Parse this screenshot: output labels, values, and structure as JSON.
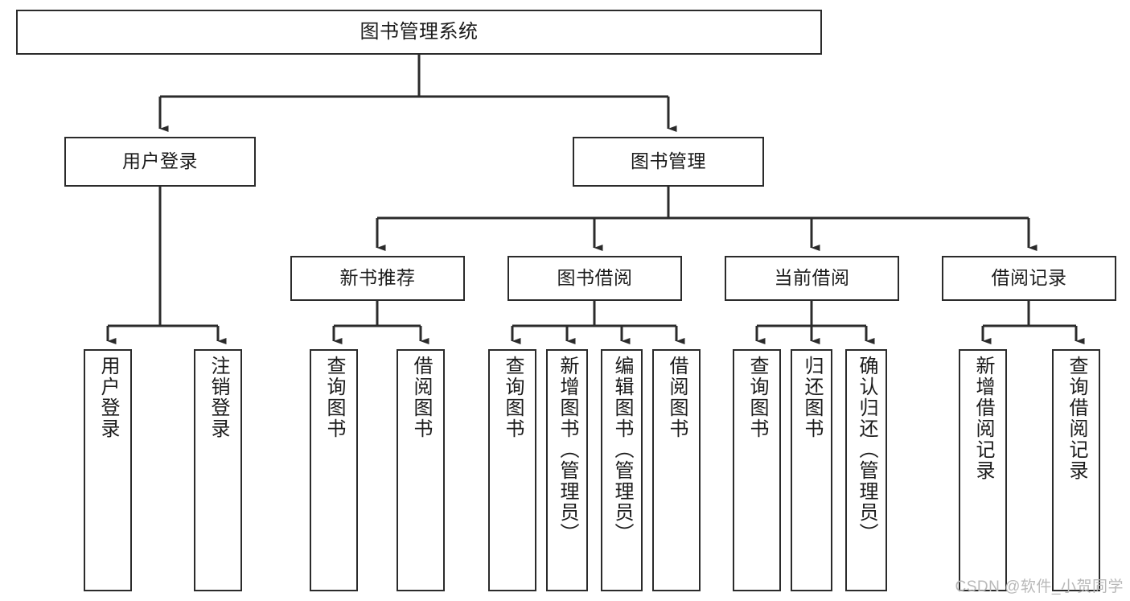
{
  "diagram": {
    "type": "tree-hierarchy",
    "title": "图书管理系统",
    "orientation": "top-down",
    "colors": {
      "box_border": "#2b2b2b",
      "box_fill": "#ffffff",
      "connector": "#2b2b2b",
      "text": "#1b1b1b",
      "watermark": "#b9b9b9"
    },
    "levels": [
      {
        "level": 1,
        "nodes": [
          {
            "id": "root",
            "label": "图书管理系统"
          }
        ]
      },
      {
        "level": 2,
        "nodes": [
          {
            "id": "login",
            "label": "用户登录"
          },
          {
            "id": "bookmgmt",
            "label": "图书管理"
          }
        ]
      },
      {
        "level": 3,
        "nodes": [
          {
            "id": "newbook",
            "label": "新书推荐"
          },
          {
            "id": "borrow",
            "label": "图书借阅"
          },
          {
            "id": "current",
            "label": "当前借阅"
          },
          {
            "id": "records",
            "label": "借阅记录"
          }
        ]
      },
      {
        "level": 4,
        "nodes": [
          {
            "id": "leaf-1",
            "label": "用户登录"
          },
          {
            "id": "leaf-2",
            "label": "注销登录"
          },
          {
            "id": "leaf-3",
            "label": "查询图书"
          },
          {
            "id": "leaf-4",
            "label": "借阅图书"
          },
          {
            "id": "leaf-5",
            "label": "查询图书"
          },
          {
            "id": "leaf-6",
            "label": "新增图书（管理员）"
          },
          {
            "id": "leaf-7",
            "label": "编辑图书（管理员）"
          },
          {
            "id": "leaf-8",
            "label": "借阅图书"
          },
          {
            "id": "leaf-9",
            "label": "查询图书"
          },
          {
            "id": "leaf-10",
            "label": "归还图书"
          },
          {
            "id": "leaf-11",
            "label": "确认归还（管理员）"
          },
          {
            "id": "leaf-12",
            "label": "新增借阅记录"
          },
          {
            "id": "leaf-13",
            "label": "查询借阅记录"
          }
        ]
      }
    ],
    "edges": [
      {
        "from": "root",
        "to": "login"
      },
      {
        "from": "root",
        "to": "bookmgmt"
      },
      {
        "from": "login",
        "to": "leaf-1"
      },
      {
        "from": "login",
        "to": "leaf-2"
      },
      {
        "from": "bookmgmt",
        "to": "newbook"
      },
      {
        "from": "bookmgmt",
        "to": "borrow"
      },
      {
        "from": "bookmgmt",
        "to": "current"
      },
      {
        "from": "bookmgmt",
        "to": "records"
      },
      {
        "from": "newbook",
        "to": "leaf-3"
      },
      {
        "from": "newbook",
        "to": "leaf-4"
      },
      {
        "from": "borrow",
        "to": "leaf-5"
      },
      {
        "from": "borrow",
        "to": "leaf-6"
      },
      {
        "from": "borrow",
        "to": "leaf-7"
      },
      {
        "from": "borrow",
        "to": "leaf-8"
      },
      {
        "from": "current",
        "to": "leaf-9"
      },
      {
        "from": "current",
        "to": "leaf-10"
      },
      {
        "from": "current",
        "to": "leaf-11"
      },
      {
        "from": "records",
        "to": "leaf-12"
      },
      {
        "from": "records",
        "to": "leaf-13"
      }
    ]
  },
  "watermark": {
    "text": "CSDN @软件_小贺同学"
  }
}
